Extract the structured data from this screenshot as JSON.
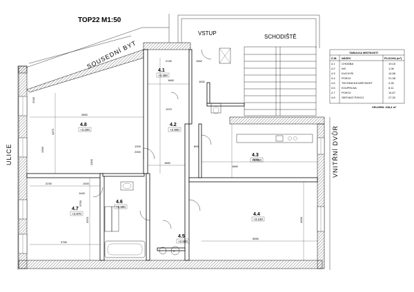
{
  "drawing": {
    "title": "TOP22",
    "scale": "M1:50",
    "labels": {
      "neighbor": "SOUSEDNÍ BYT",
      "entrance": "VSTUP",
      "stairs": "SCHODIŠTĚ",
      "street": "ULICE",
      "courtyard": "VNITŘNÍ DVŮR"
    }
  },
  "rooms": [
    {
      "num": "4.1",
      "level": "+3.450"
    },
    {
      "num": "4.2",
      "level": "+2.900"
    },
    {
      "num": "4.3",
      "level": "+3.000"
    },
    {
      "num": "4.4",
      "level": "+3.100"
    },
    {
      "num": "4.5",
      "level": "+2.880"
    },
    {
      "num": "4.6",
      "level": "+2.890"
    },
    {
      "num": "4.7",
      "level": "+2.970"
    },
    {
      "num": "4.8",
      "level": "+3.200"
    }
  ],
  "dims": [
    "3850",
    "3750",
    "5650",
    "5650",
    "3755",
    "1860",
    "1832",
    "2130",
    "2230",
    "1920",
    "1660",
    "1662",
    "1200",
    "2300",
    "800",
    "1970",
    "2240",
    "1390",
    "1440",
    "1860",
    "4470",
    "3370",
    "4430",
    "2400"
  ],
  "room_table": {
    "title": "TABULKA MÍSTNOSTÍ",
    "headers": [
      "Č.M.",
      "NÁZEV",
      "PLOCHA (m²)"
    ],
    "rows": [
      {
        "no": "4.1",
        "name": "CHODBA",
        "area": "19,15"
      },
      {
        "no": "4.2",
        "name": "WC",
        "area": "1,06"
      },
      {
        "no": "4.3",
        "name": "KUCHYŇ",
        "area": "14,58"
      },
      {
        "no": "4.4",
        "name": "POKOJ",
        "area": "21,38"
      },
      {
        "no": "4.5",
        "name": "TECHNICKÁ MÍSTNOST",
        "area": "2,26"
      },
      {
        "no": "4.6",
        "name": "KOUPELNA",
        "area": "8,11"
      },
      {
        "no": "4.7",
        "name": "POKOJ",
        "area": "14,57"
      },
      {
        "no": "4.8",
        "name": "OBÝVACÍ POKOJ",
        "area": "27,32"
      }
    ],
    "total_label": "CELKEM: 108,4 m²"
  }
}
